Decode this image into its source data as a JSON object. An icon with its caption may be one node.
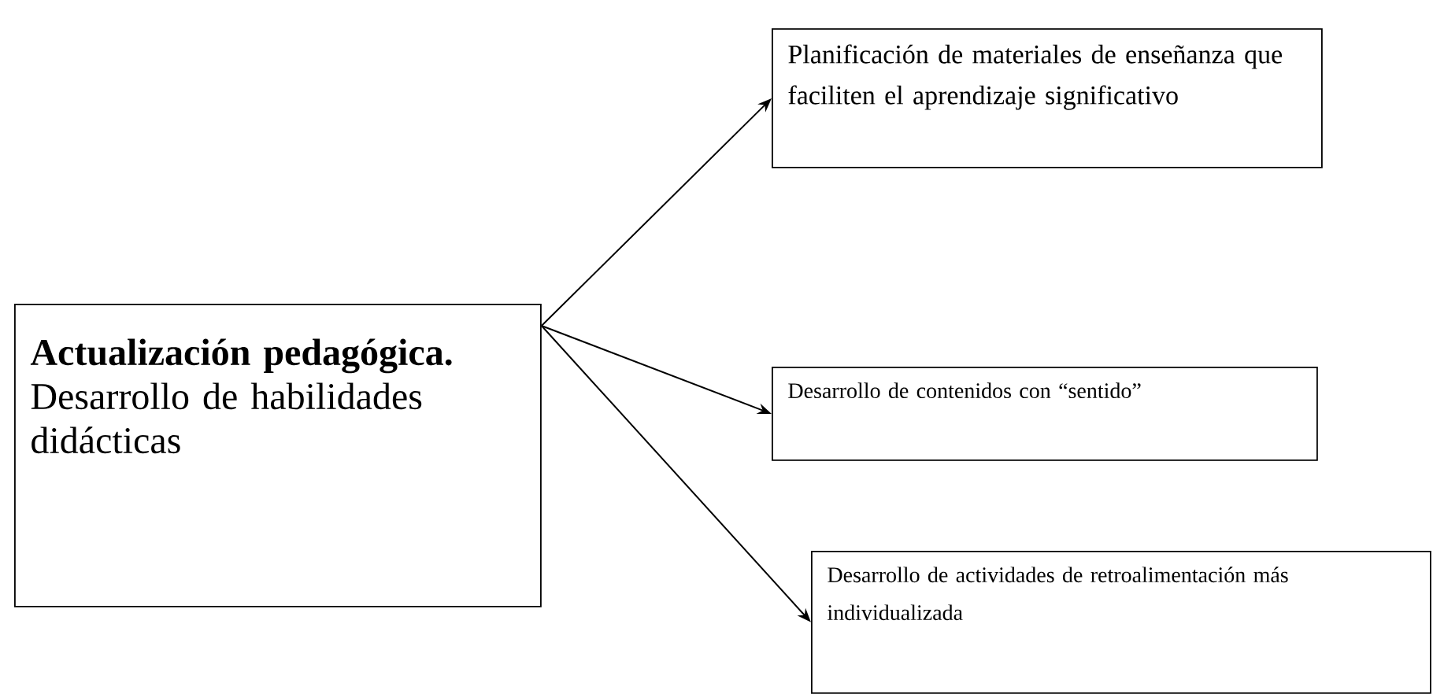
{
  "diagram": {
    "nodes": [
      {
        "text": [
          "Actualización pedagógica.",
          "Desarrollo de habilidades didácticas"
        ]
      },
      {
        "text": [
          "Planificación de materiales de enseñanza que faciliten el aprendizaje significativo"
        ]
      },
      {
        "text": [
          "Desarrollo de contenidos con “sentido”"
        ]
      },
      {
        "text": [
          "Desarrollo de actividades de retroalimentación más individualizada"
        ]
      }
    ],
    "edges": [
      {
        "from": 0,
        "to": 1,
        "arrow": "to"
      },
      {
        "from": 0,
        "to": 2,
        "arrow": "to"
      },
      {
        "from": 0,
        "to": 3,
        "arrow": "to"
      }
    ]
  }
}
